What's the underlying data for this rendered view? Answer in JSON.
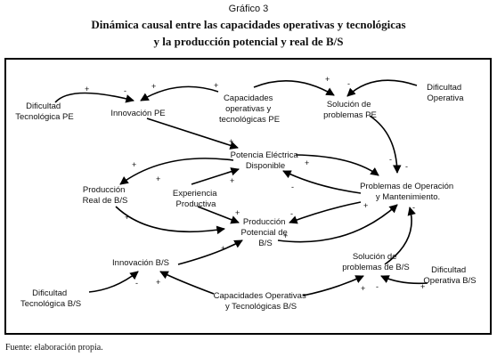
{
  "figure": {
    "label": "Gráfico 3",
    "title_line1": "Dinámica causal entre las capacidades operativas y tecnológicas",
    "title_line2": "y la producción potencial y real de B/S",
    "source": "Fuente: elaboración propia."
  },
  "nodes": {
    "dificultad_tec_pe": [
      "Dificultad",
      "Tecnológica PE"
    ],
    "innovacion_pe": [
      "Innovación PE"
    ],
    "capacidades_pe": [
      "Capacidades",
      "operativas y",
      "tecnológicas PE"
    ],
    "solucion_pe": [
      "Solución de",
      "problemas PE"
    ],
    "dificultad_op": [
      "Dificultad",
      "Operativa"
    ],
    "potencia": [
      "Potencia Eléctrica",
      "Disponible"
    ],
    "produccion_real": [
      "Producción",
      "Real de B/S"
    ],
    "experiencia": [
      "Experiencia",
      "Productiva"
    ],
    "problemas": [
      "Problemas de Operación",
      "y Mantenimiento."
    ],
    "produccion_potencial": [
      "Producción",
      "Potencial de",
      "B/S"
    ],
    "innovacion_bs": [
      "Innovación B/S"
    ],
    "solucion_bs": [
      "Solución de",
      "problemas de B/S"
    ],
    "dificultad_op_bs": [
      "Dificultad",
      "Operativa B/S"
    ],
    "dificultad_tec_bs": [
      "Dificultad",
      "Tecnológica B/S"
    ],
    "capacidades_bs": [
      "Capacidades Operativas",
      "y Tecnológicas B/S"
    ]
  },
  "signs": {
    "plus": "+",
    "minus": "-"
  }
}
